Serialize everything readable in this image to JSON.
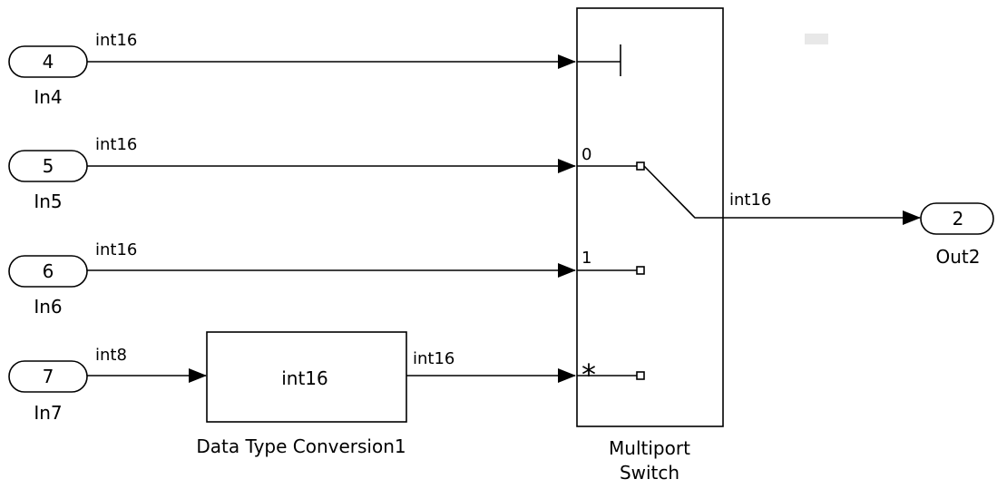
{
  "inports": [
    {
      "number": "4",
      "name": "In4",
      "signal_type": "int16"
    },
    {
      "number": "5",
      "name": "In5",
      "signal_type": "int16"
    },
    {
      "number": "6",
      "name": "In6",
      "signal_type": "int16"
    },
    {
      "number": "7",
      "name": "In7",
      "signal_type": "int8"
    }
  ],
  "conversion_block": {
    "name": "Data Type Conversion1",
    "content": "int16",
    "output_type": "int16"
  },
  "switch_block": {
    "name_line1": "Multiport",
    "name_line2": "Switch",
    "port_labels": [
      "0",
      "1",
      "*"
    ],
    "output_type": "int16"
  },
  "outport": {
    "number": "2",
    "name": "Out2"
  }
}
